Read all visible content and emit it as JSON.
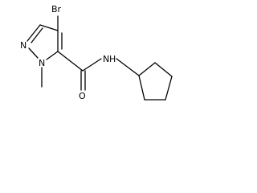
{
  "molecule": {
    "atoms": {
      "br": "Br",
      "n_ring": "N",
      "n_methyl": "N",
      "o": "O",
      "nh_n": "N",
      "nh_h": "H"
    },
    "colors": {
      "bond": "#000000",
      "text": "#000000",
      "background": "#ffffff"
    }
  }
}
